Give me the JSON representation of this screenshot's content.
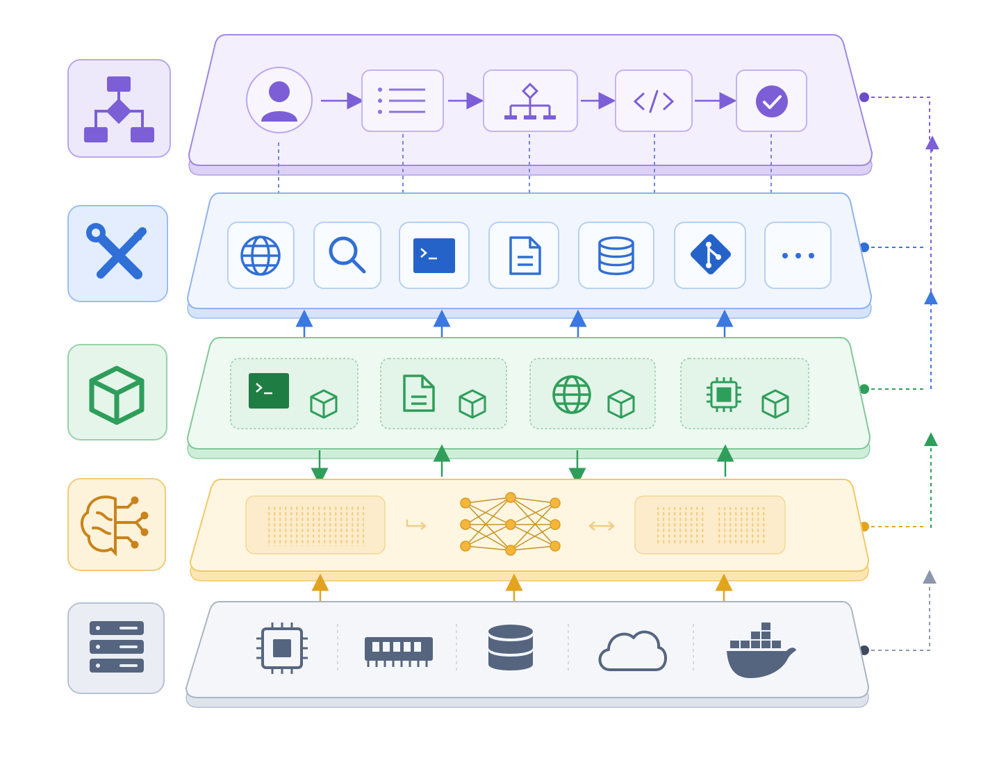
{
  "diagram": {
    "layers": [
      {
        "id": "orchestration",
        "side_icon": "flowchart-icon",
        "color": "#7c5fd6",
        "items": [
          "user-icon",
          "list-icon",
          "decision-tree-icon",
          "code-icon",
          "checkmark-icon"
        ]
      },
      {
        "id": "tools",
        "side_icon": "wrench-screwdriver-icon",
        "color": "#2f6fd6",
        "items": [
          "globe-icon",
          "search-icon",
          "terminal-icon",
          "document-icon",
          "database-icon",
          "git-icon",
          "more-icon"
        ]
      },
      {
        "id": "sandbox",
        "side_icon": "cube-icon",
        "color": "#2e9e5b",
        "items": [
          "terminal-icon",
          "document-icon",
          "globe-icon",
          "chip-icon"
        ]
      },
      {
        "id": "model",
        "side_icon": "brain-icon",
        "color": "#e2a41f",
        "items": [
          "input-grid",
          "neural-network-icon",
          "output-grid"
        ]
      },
      {
        "id": "infrastructure",
        "side_icon": "server-icon",
        "color": "#56657f",
        "items": [
          "cpu-icon",
          "memory-icon",
          "database-icon",
          "cloud-icon",
          "docker-whale-icon"
        ]
      }
    ],
    "colors": {
      "purple": "#7c5fd6",
      "blue": "#2f6fd6",
      "green": "#2e9e5b",
      "yellow": "#e2a41f",
      "slate": "#56657f"
    }
  }
}
